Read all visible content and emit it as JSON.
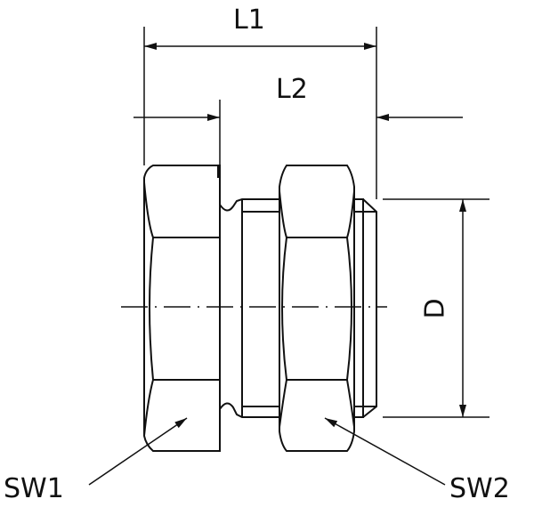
{
  "labels": {
    "l1": "L1",
    "l2": "L2",
    "d": "D",
    "sw1": "SW1",
    "sw2": "SW2"
  },
  "colors": {
    "line": "#111111",
    "background": "#ffffff"
  }
}
